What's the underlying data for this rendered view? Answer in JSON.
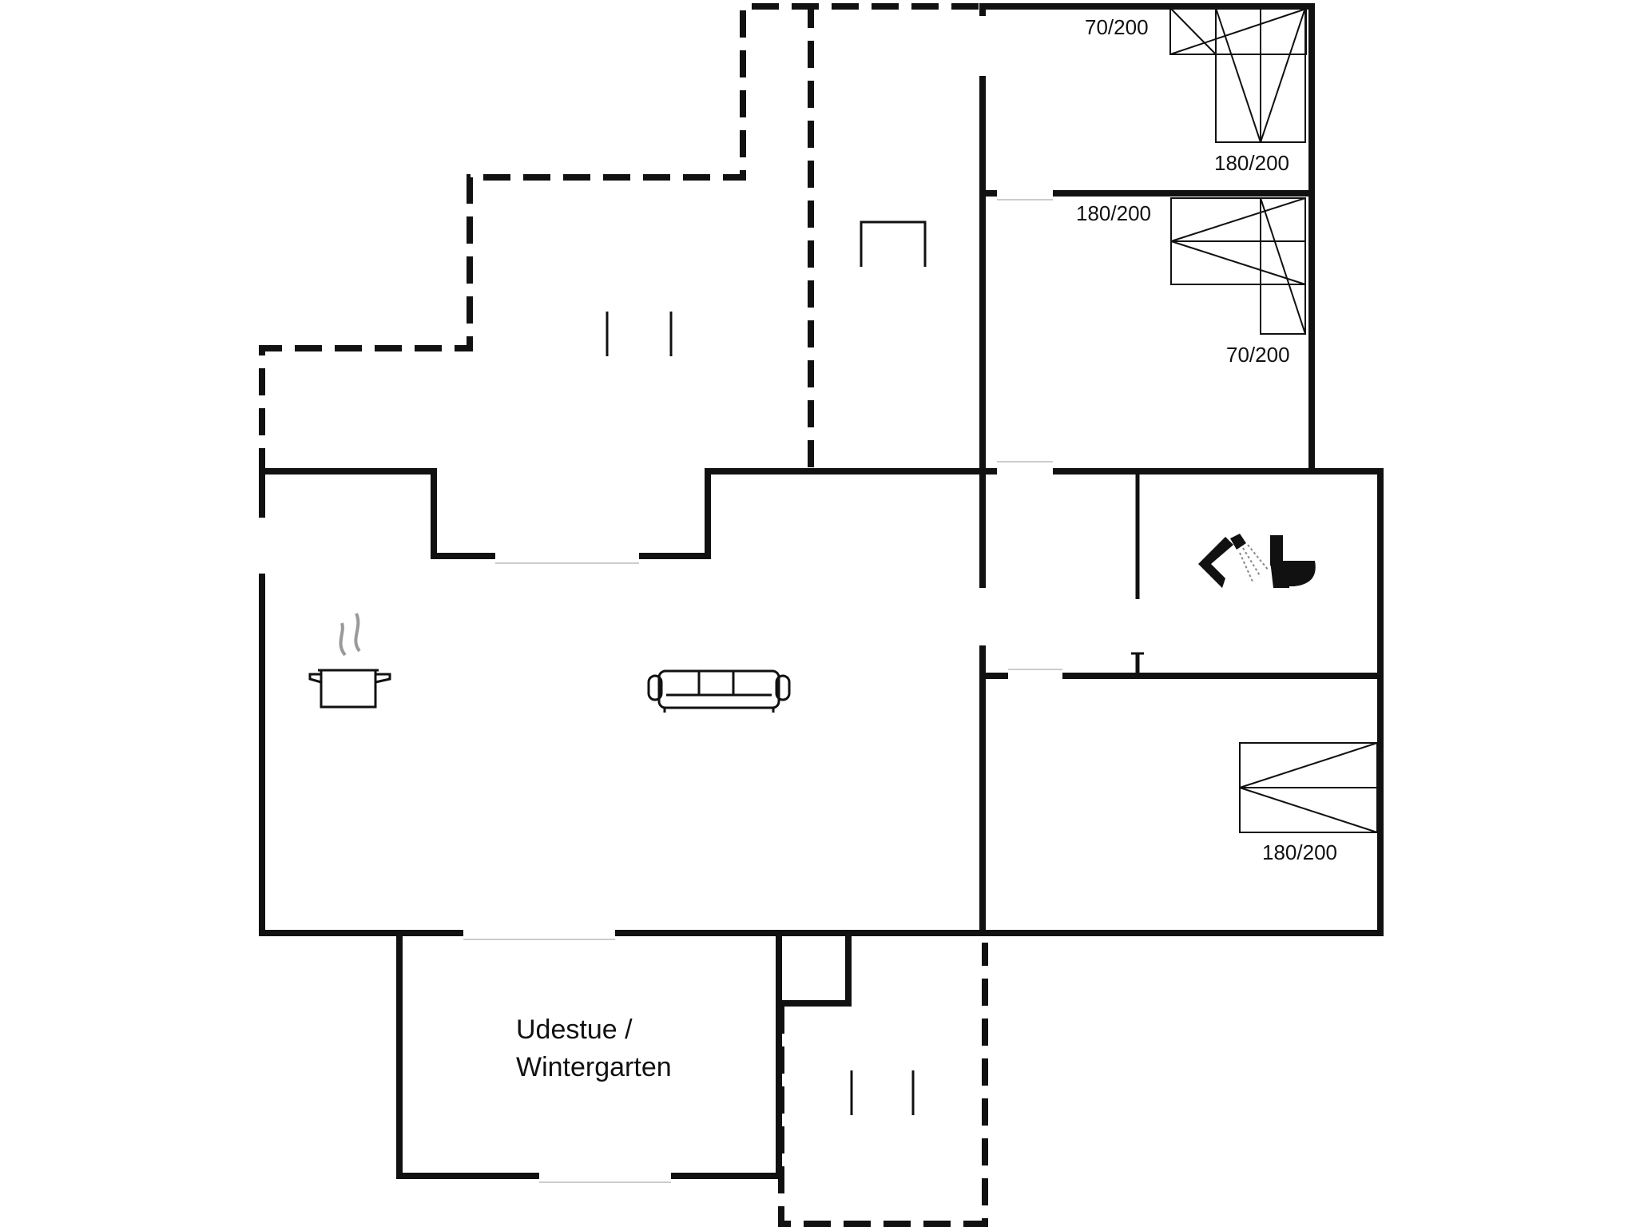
{
  "beds": [
    {
      "size": "70/200"
    },
    {
      "size": "180/200"
    },
    {
      "size": "180/200"
    },
    {
      "size": "70/200"
    },
    {
      "size": "180/200"
    }
  ],
  "rooms": {
    "sunroom": {
      "line1": "Udestue /",
      "line2": "Wintergarten"
    }
  },
  "icons": {
    "kitchen": "cooking-pot-icon",
    "living": "sofa-icon",
    "shower": "shower-icon",
    "toilet": "toilet-icon"
  }
}
